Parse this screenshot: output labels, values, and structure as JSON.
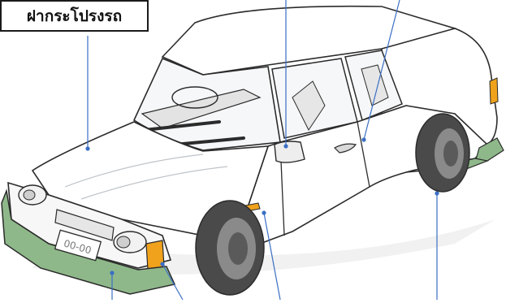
{
  "labels": {
    "hood": "ฝากระโปรงรถ"
  },
  "colors": {
    "leader_line": "#3a6fc4",
    "bumper": "#8fb88a",
    "indicator": "#f0a21c",
    "outline": "#2b2b2b",
    "body": "#ffffff",
    "shade": "#e9ecef",
    "tire": "#4a4a4a"
  },
  "plate": {
    "text": "00-00"
  },
  "icons": [
    "car-illustration"
  ]
}
